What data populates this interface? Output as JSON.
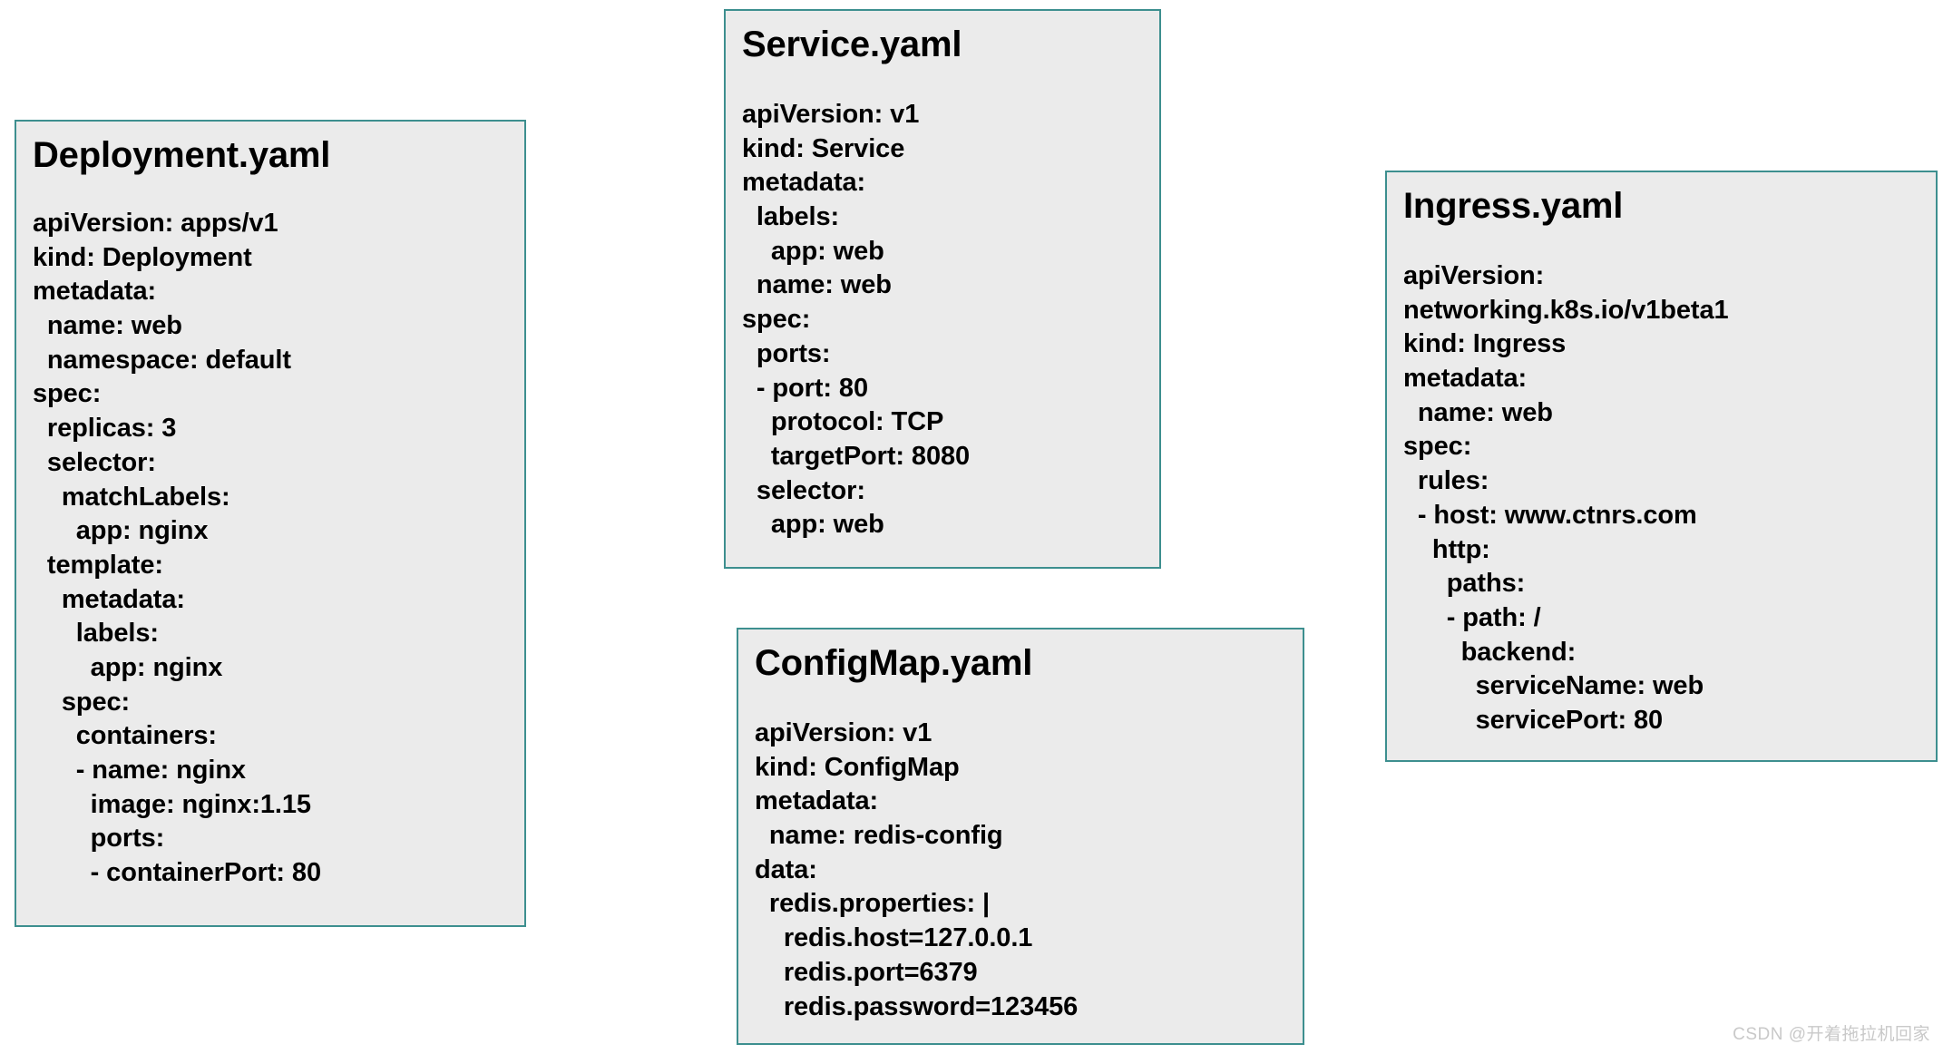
{
  "page": {
    "background_color": "#ffffff",
    "card_fill_color": "#ebebeb",
    "card_border_color": "#3d8f8f",
    "text_color": "#000000"
  },
  "cards": [
    {
      "id": "deployment",
      "title": "Deployment.yaml",
      "body": "apiVersion: apps/v1\nkind: Deployment\nmetadata:\n  name: web\n  namespace: default\nspec:\n  replicas: 3\n  selector:\n    matchLabels:\n      app: nginx\n  template:\n    metadata:\n      labels:\n        app: nginx\n    spec:\n      containers:\n      - name: nginx\n        image: nginx:1.15\n        ports:\n        - containerPort: 80"
    },
    {
      "id": "service",
      "title": "Service.yaml",
      "body": "apiVersion: v1\nkind: Service\nmetadata:\n  labels:\n    app: web\n  name: web\nspec:\n  ports:\n  - port: 80\n    protocol: TCP\n    targetPort: 8080\n  selector:\n    app: web"
    },
    {
      "id": "configmap",
      "title": "ConfigMap.yaml",
      "body": "apiVersion: v1\nkind: ConfigMap\nmetadata:\n  name: redis-config\ndata:\n  redis.properties: |\n    redis.host=127.0.0.1\n    redis.port=6379\n    redis.password=123456"
    },
    {
      "id": "ingress",
      "title": "Ingress.yaml",
      "body": "apiVersion:\nnetworking.k8s.io/v1beta1\nkind: Ingress\nmetadata:\n  name: web\nspec:\n  rules:\n  - host: www.ctnrs.com\n    http:\n      paths:\n      - path: /\n        backend:\n          serviceName: web\n          servicePort: 80"
    }
  ],
  "watermark": {
    "text": "CSDN @开着拖拉机回家"
  }
}
